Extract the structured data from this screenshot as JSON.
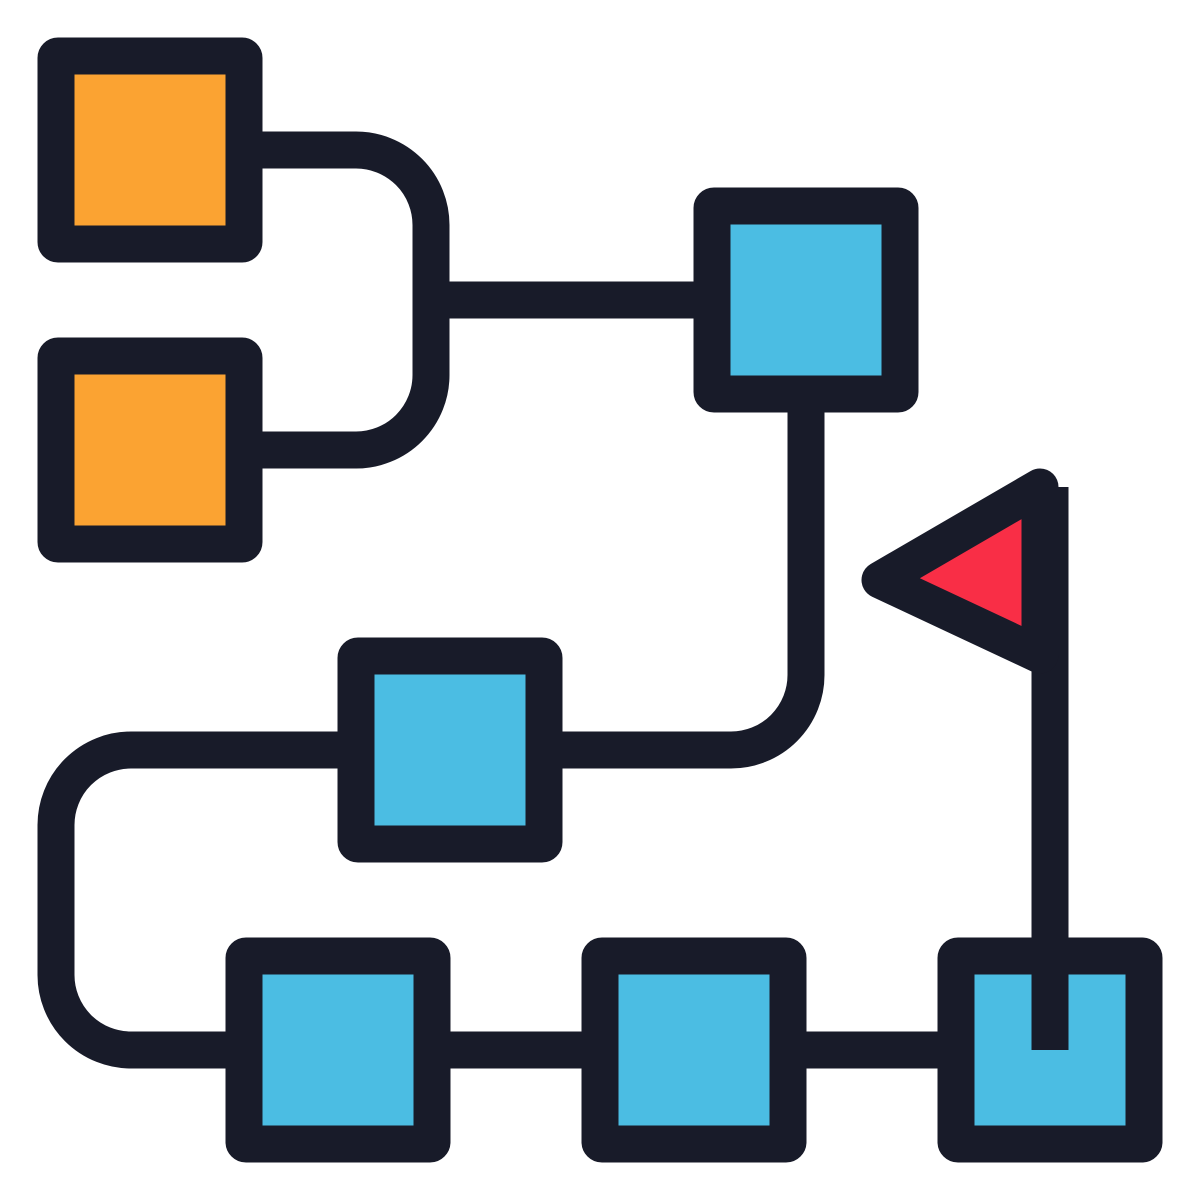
{
  "icon": {
    "name": "workflow-roadmap-icon",
    "colors": {
      "outline": "#181b29",
      "start_node": "#fba332",
      "process_node": "#4bbde3",
      "flag": "#f92e46",
      "background": "#ffffff"
    },
    "nodes": [
      {
        "name": "start-node-1",
        "kind": "start"
      },
      {
        "name": "start-node-2",
        "kind": "start"
      },
      {
        "name": "process-node-1",
        "kind": "process"
      },
      {
        "name": "process-node-2",
        "kind": "process"
      },
      {
        "name": "process-node-3",
        "kind": "process"
      },
      {
        "name": "process-node-4",
        "kind": "process"
      },
      {
        "name": "goal-node",
        "kind": "goal"
      }
    ]
  }
}
